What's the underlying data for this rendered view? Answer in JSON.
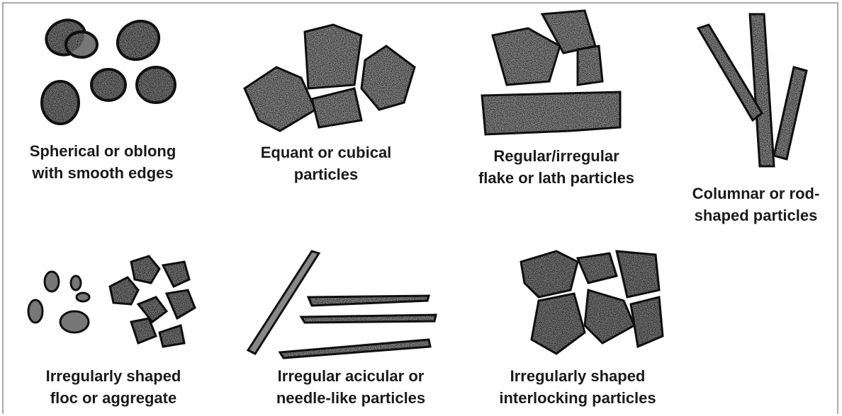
{
  "figure": {
    "panels": [
      {
        "caption_lines": [
          "Spherical or oblong",
          "with smooth edges"
        ]
      },
      {
        "caption_lines": [
          "Equant or cubical",
          "particles"
        ]
      },
      {
        "caption_lines": [
          "Regular/irregular",
          "flake or lath particles"
        ]
      },
      {
        "caption_lines": [
          "Columnar or rod-",
          "shaped particles"
        ]
      },
      {
        "caption_lines": [
          "Irregularly shaped",
          "floc or aggregate"
        ]
      },
      {
        "caption_lines": [
          "Irregular acicular or",
          "needle-like particles"
        ]
      },
      {
        "caption_lines": [
          "Irregularly shaped",
          "interlocking particles"
        ]
      }
    ]
  }
}
